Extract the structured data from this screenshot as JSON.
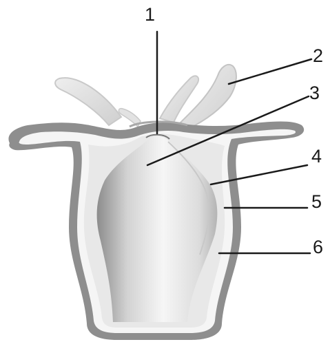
{
  "labels": {
    "l1": "1",
    "l2": "2",
    "l3": "3",
    "l4": "4",
    "l5": "5",
    "l6": "6"
  },
  "colors": {
    "ectoderm_outline": "#8a8a8a",
    "mesoglea": "#f4f4f4",
    "endoderm": "#e9e9e9",
    "cavity_light": "#f7f7f7",
    "cavity_dark": "#9a9a9a",
    "leader_line": "#1a1a1a"
  }
}
